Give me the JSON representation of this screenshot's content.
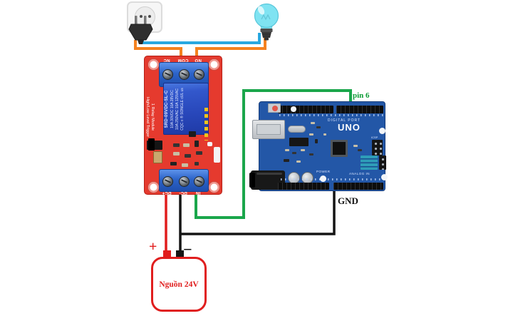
{
  "annotations": {
    "pin6": "pin 6",
    "gnd": "GND",
    "plus": "+",
    "minus": "−",
    "battery_label": "Nguồn 24V"
  },
  "relay": {
    "top_terminal_labels": [
      "NC",
      "COM",
      "NO"
    ],
    "bottom_terminal_labels": [
      "DC+",
      "DC-",
      "IN"
    ],
    "silkscreen_line1": "1 Relay Module",
    "silkscreen_line2": "High/Low Level Trigger",
    "cube": {
      "model": "SRD-09VDC-SL-C",
      "rating1": "10A 250VAC 10A 125VAC",
      "rating2": "10A 30VDC 10A 28VDC",
      "logos": "CQC ≡ ® SONGLE cUL us"
    }
  },
  "arduino": {
    "board_name": "UNO",
    "digital_label": "DIGITAL PORT",
    "icsp_label": "ICSP",
    "power_label": "POWER",
    "analog_label": "ANALOG IN"
  },
  "colors": {
    "wire_orange": "#f5821f",
    "wire_blue": "#29a8e0",
    "wire_green": "#1aa64b",
    "wire_red": "#e11d1d",
    "wire_black": "#141414",
    "relay_board_red": "#e53a2e",
    "terminal_blue": "#3273d8",
    "relay_cube_blue": "#2b50c0",
    "arduino_blue": "#2357a7",
    "bulb_cyan": "#7fe3f2",
    "battery_red": "#e01e1e",
    "pin6_green": "#0b9c35"
  }
}
